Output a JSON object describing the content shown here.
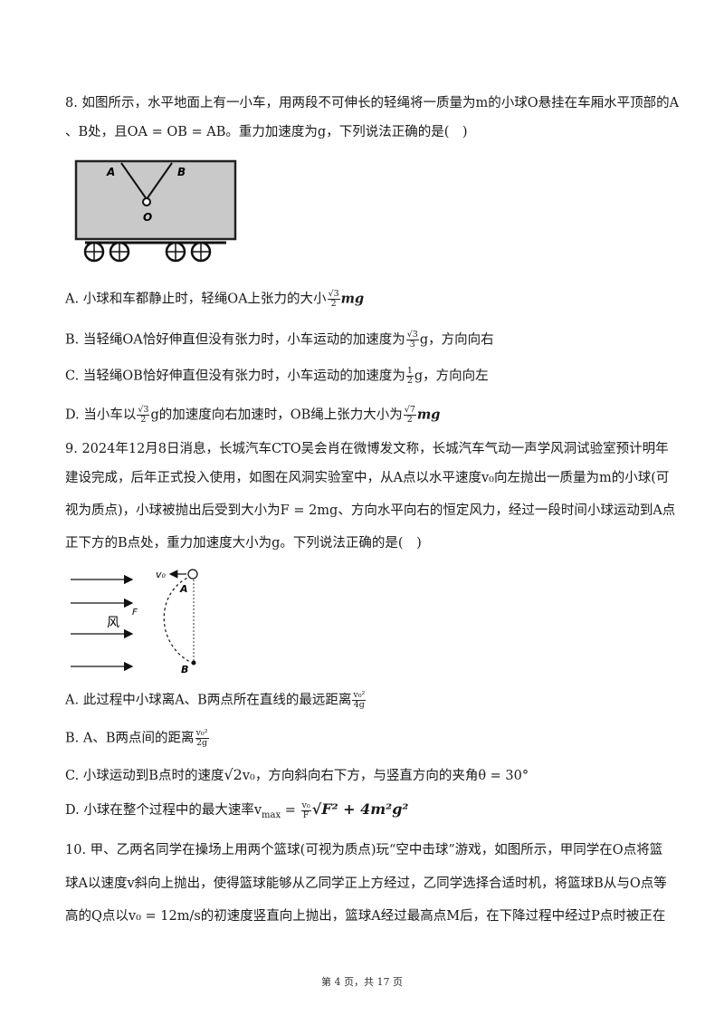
{
  "q8": {
    "line1": "8. 如图所示，水平地面上有一小车，用两段不可伸长的轻绳将一质量为m的小球O悬挂在车厢水平顶部的A",
    "line2": "、B处，且OA = OB = AB。重力加速度为g，下列说法正确的是(　)",
    "figure": {
      "label_a": "A",
      "label_b": "B",
      "label_o": "O"
    },
    "options": {
      "a_pre": "A. 小球和车都静止时，轻绳OA上张力的大小",
      "a_num": "√3",
      "a_den": "2",
      "a_post": "mg",
      "b_pre": "B. 当轻绳OA恰好伸直但没有张力时，小车运动的加速度为",
      "b_num": "√3",
      "b_den": "3",
      "b_post": "g，方向向右",
      "c_pre": "C. 当轻绳OB恰好伸直但没有张力时，小车运动的加速度为",
      "c_num": "1",
      "c_den": "2",
      "c_post": "g，方向向左",
      "d_pre": "D. 当小车以",
      "d_num1": "√3",
      "d_den1": "2",
      "d_mid": "g的加速度向右加速时，OB绳上张力大小为",
      "d_num2": "√7",
      "d_den2": "2",
      "d_post": "mg"
    }
  },
  "q9": {
    "line1": "9. 2024年12月8日消息，长城汽车CTO吴会肖在微博发文称，长城汽车气动一声学风洞试验室预计明年",
    "line2": "建设完成，后年正式投入使用，如图在风洞实验室中，从A点以水平速度v₀向左抛出一质量为m的小球(可",
    "line3": "视为质点)，小球被抛出后受到大小为F = 2mg、方向水平向右的恒定风力，经过一段时间小球运动到A点",
    "line4": "正下方的B点处，重力加速度大小为g。下列说法正确的是(　)",
    "figure": {
      "label_v0": "v₀",
      "label_a": "A",
      "label_f": "F",
      "label_wind": "风",
      "label_b": "B"
    },
    "options": {
      "a_pre": "A. 此过程中小球离A、B两点所在直线的最远距离",
      "a_num": "v₀²",
      "a_den": "4g",
      "b_pre": "B. A、B两点间的距离",
      "b_num": "v₀²",
      "b_den": "2g",
      "c_pre": "C. 小球运动到B点时的速度",
      "c_sqrt": "√2",
      "c_mid": "v₀，方向斜向右下方，与竖直方向的夹角θ = 30°",
      "d_pre": "D. 小球在整个过程中的最大速率v",
      "d_sub": "max",
      "d_eq": " = ",
      "d_num": "v₀",
      "d_den": "F",
      "d_root": "√F² + 4m²g²"
    }
  },
  "q10": {
    "line1": "10. 甲、乙两名同学在操场上用两个篮球(可视为质点)玩“空中击球”游戏，如图所示，甲同学在O点将篮",
    "line2": "球A以速度v斜向上抛出，使得篮球能够从乙同学正上方经过，乙同学选择合适时机，将篮球B从与O点等",
    "line3": "高的Q点以v₀ = 12m/s的初速度竖直向上抛出，篮球A经过最高点M后，在下降过程中经过P点时被正在"
  },
  "footer": "第 4 页，共 17 页"
}
